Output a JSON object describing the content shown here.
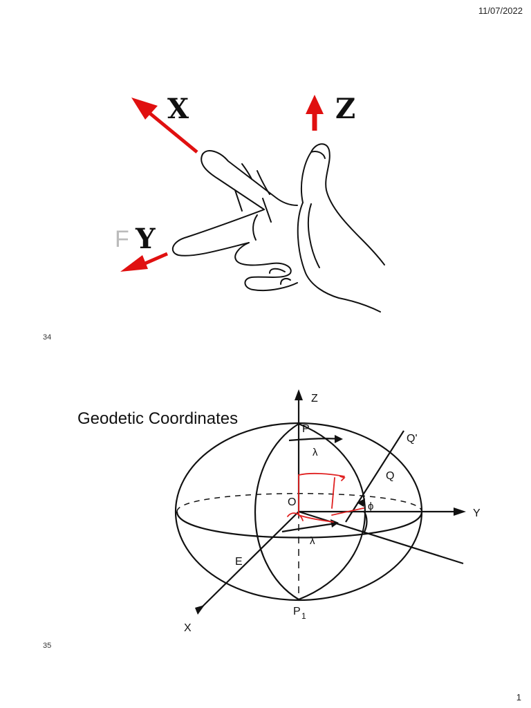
{
  "header": {
    "date": "11/07/2022"
  },
  "slides": [
    {
      "number": "34",
      "axes": {
        "x": "X",
        "y": "Y",
        "z": "Z",
        "extra_letter": "F"
      }
    },
    {
      "number": "35",
      "title": "Geodetic Coordinates",
      "labels": {
        "z": "Z",
        "p": "P",
        "lambda_top": "λ",
        "q_prime": "Q'",
        "q": "Q",
        "o": "O",
        "phi": "ϕ",
        "y": "Y",
        "lambda_bottom": "λ",
        "e": "E",
        "p1": "P",
        "p1_sub": "1",
        "x": "X"
      }
    }
  ],
  "footer": {
    "page": "1"
  },
  "colors": {
    "arrow_red": "#e01010",
    "annotation_red": "#e02020",
    "ink": "#111111"
  }
}
